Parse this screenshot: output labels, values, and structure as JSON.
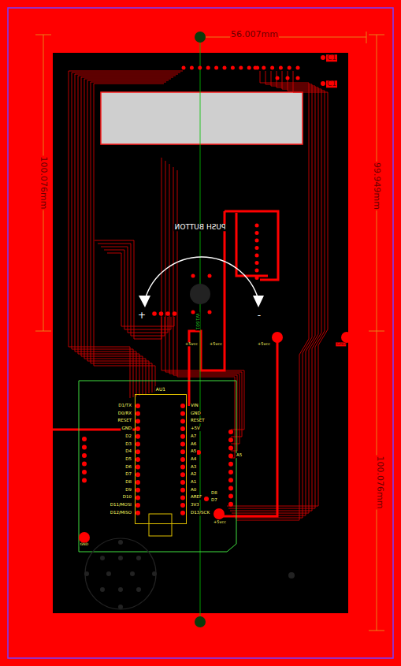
{
  "diagram": {
    "nodes": [
      {
        "text": [
          "AU1"
        ]
      }
    ],
    "labels": [
      "56.007mm",
      "100.076mm",
      "99.949mm",
      "100.076mm",
      "C1",
      "C1",
      "PUSH BUTTON",
      "+",
      "-",
      "+5vcc",
      "+5vcc",
      "+5vcc",
      "GND",
      "W1601",
      "D1/TX",
      "D0/RX",
      "RESET",
      "GND",
      "D2",
      "D3",
      "D4",
      "D5",
      "D6",
      "D7",
      "D8",
      "D9",
      "D10",
      "D11/MOSI",
      "D12/MISO",
      "VIN",
      "GND",
      "RESET",
      "+5V",
      "A7",
      "A6",
      "A5",
      "A4",
      "A3",
      "A2",
      "A1",
      "A0",
      "AREF",
      "3V3",
      "D13/SCK",
      "A5",
      "D8",
      "D7",
      "+5vcc",
      "GND"
    ]
  }
}
